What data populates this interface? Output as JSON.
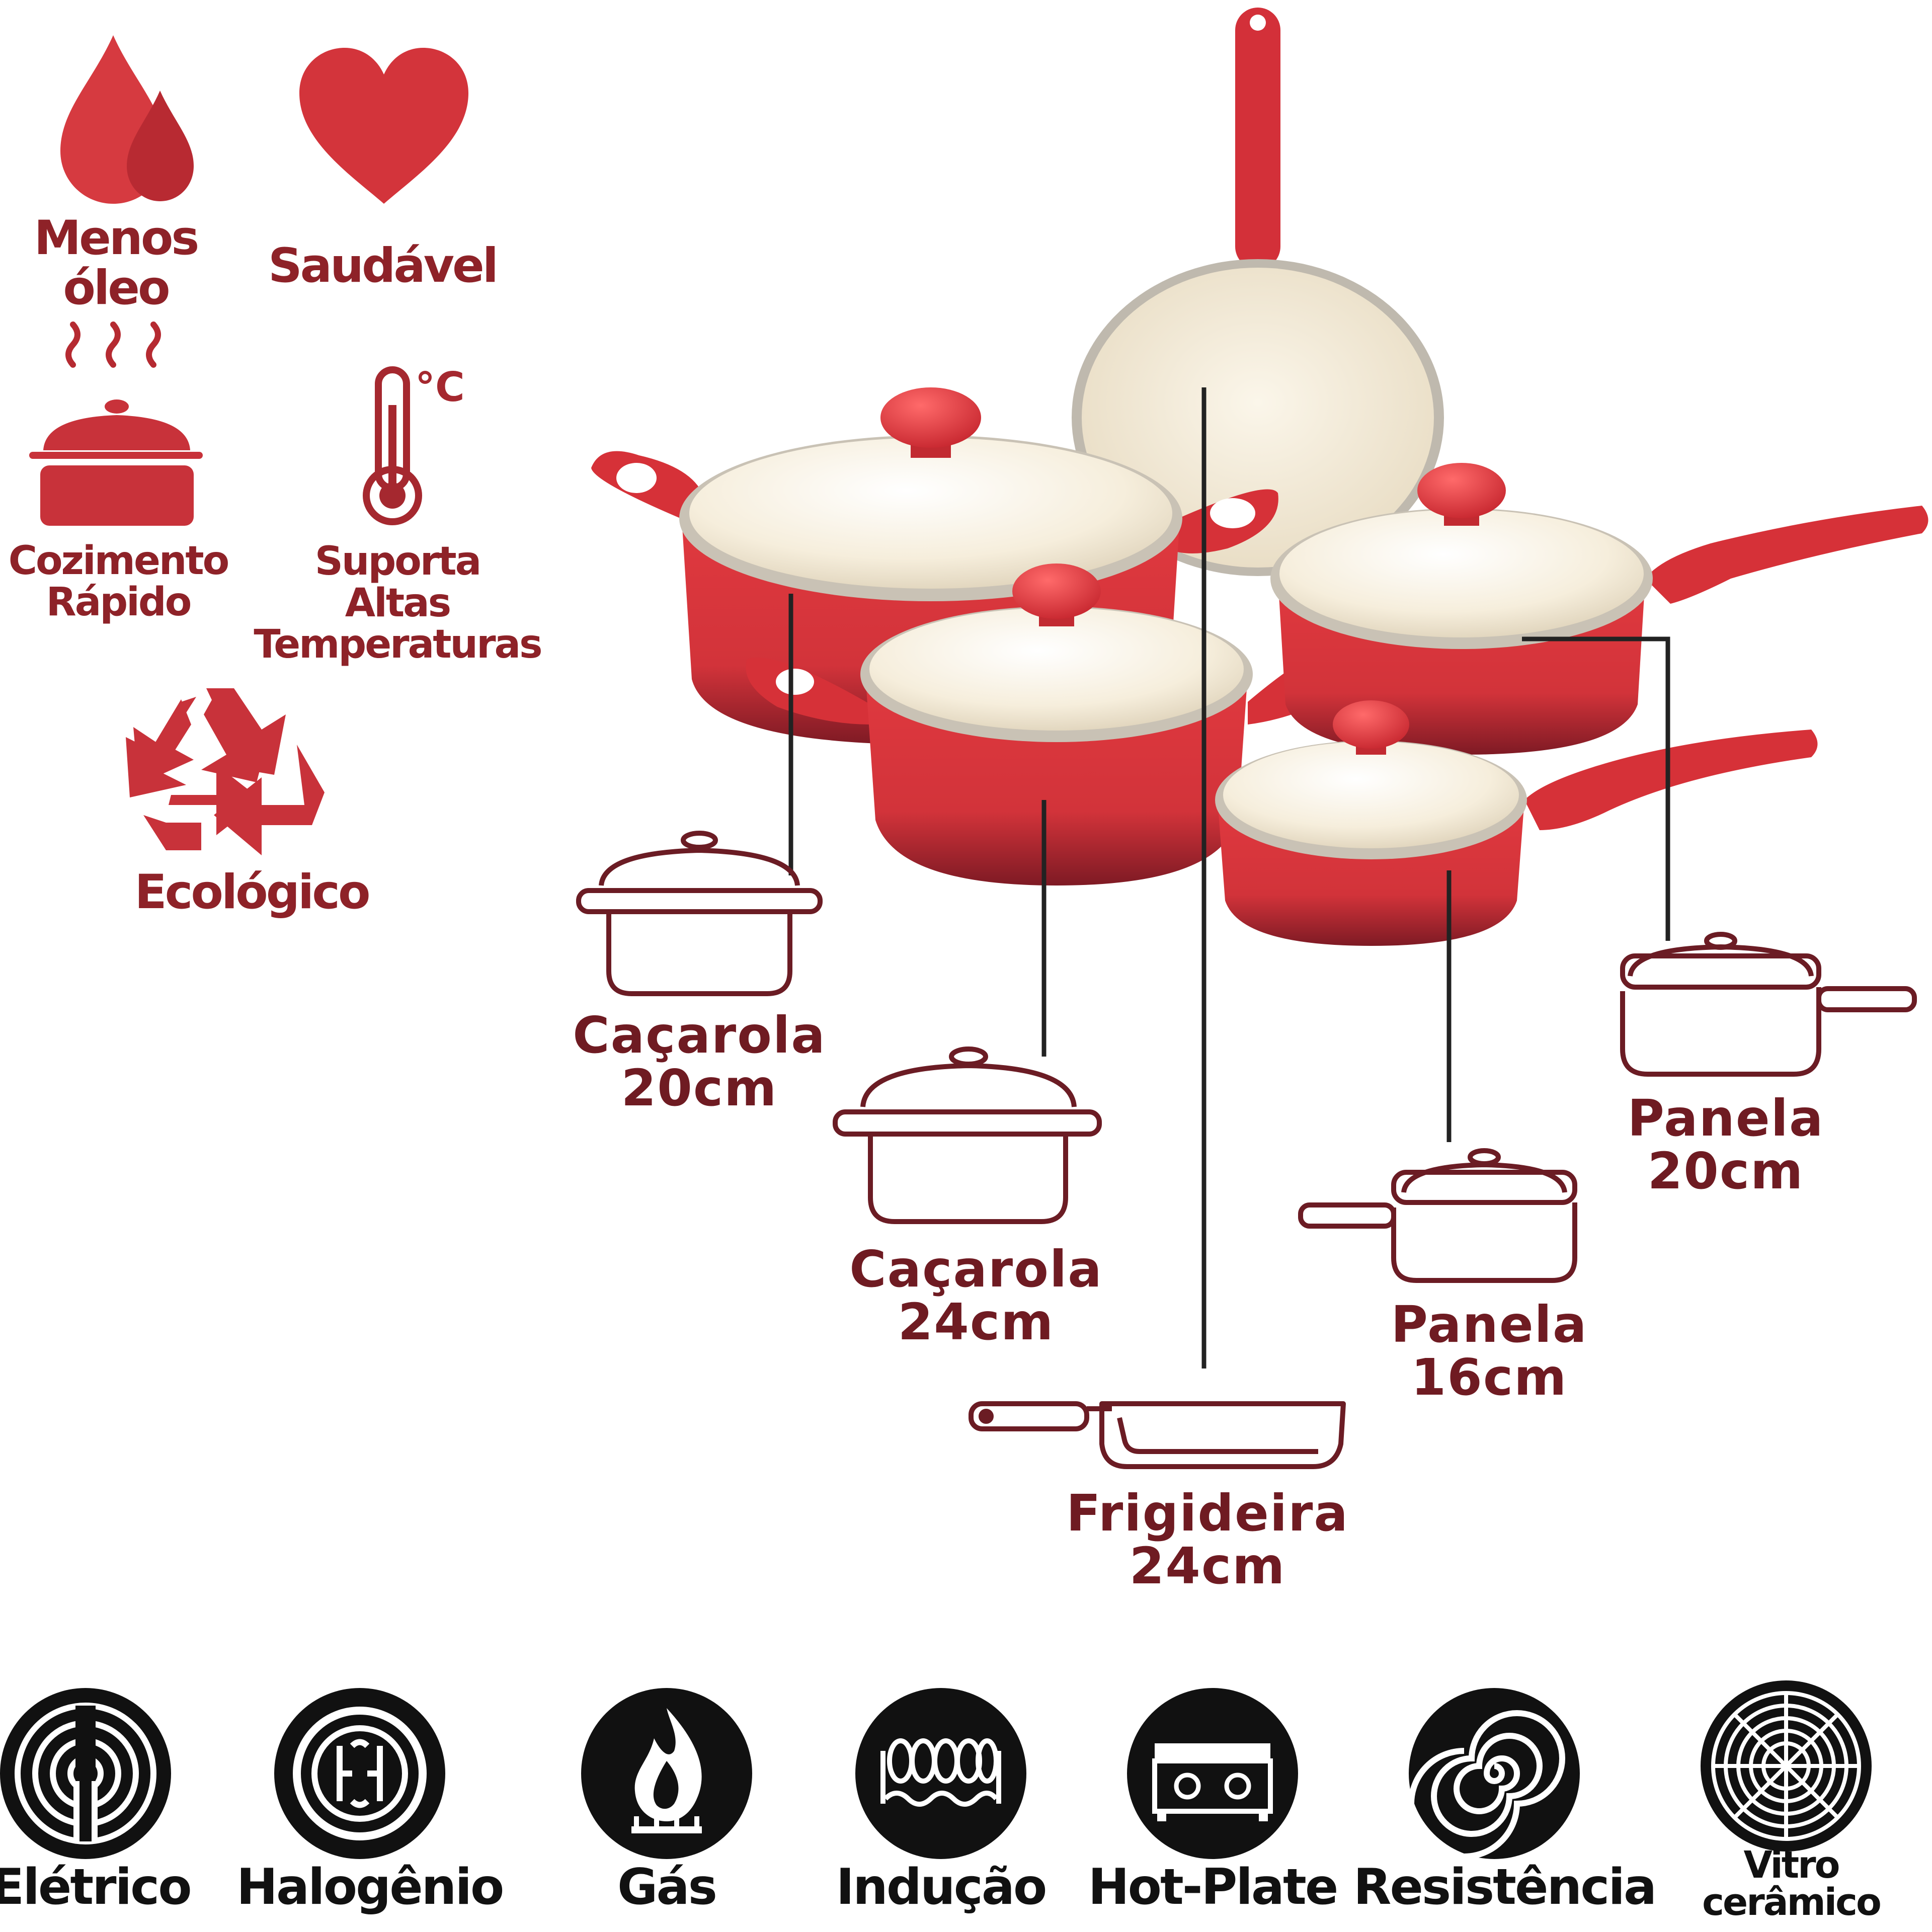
{
  "colors": {
    "accent_red": "#c8323a",
    "dark_red": "#7a1f24",
    "outline_maroon": "#6b1c24",
    "cream": "#f4ecd9",
    "black": "#111111"
  },
  "features": [
    {
      "id": "less-oil",
      "icon": "drops-icon",
      "line1": "Menos",
      "line2": "óleo"
    },
    {
      "id": "healthy",
      "icon": "heart-icon",
      "line1": "Saudável"
    },
    {
      "id": "fast-cook",
      "icon": "steaming-pot-icon",
      "line1": "Cozimento",
      "line2": "Rápido"
    },
    {
      "id": "high-temp",
      "icon": "thermometer-icon",
      "line1": "Suporta",
      "line2": "Altas",
      "line3": "Temperaturas",
      "unit": "°C"
    },
    {
      "id": "eco",
      "icon": "recycle-icon",
      "line1": "Ecológico"
    }
  ],
  "cookware": [
    {
      "id": "cacarola-20",
      "icon": "casserole-outline-icon",
      "name": "Caçarola",
      "size": "20cm"
    },
    {
      "id": "cacarola-24",
      "icon": "casserole-outline-icon",
      "name": "Caçarola",
      "size": "24cm"
    },
    {
      "id": "frigideira-24",
      "icon": "frying-pan-outline-icon",
      "name": "Frigideira",
      "size": "24cm"
    },
    {
      "id": "panela-16",
      "icon": "saucepan-outline-icon",
      "name": "Panela",
      "size": "16cm"
    },
    {
      "id": "panela-20",
      "icon": "saucepan-outline-icon",
      "name": "Panela",
      "size": "20cm"
    }
  ],
  "stoves": [
    {
      "id": "eletrico",
      "icon": "electric-burner-icon",
      "label": "Elétrico"
    },
    {
      "id": "halogenio",
      "icon": "halogen-burner-icon",
      "label": "Halogênio"
    },
    {
      "id": "gas",
      "icon": "gas-flame-icon",
      "label": "Gás"
    },
    {
      "id": "inducao",
      "icon": "induction-coil-icon",
      "label": "Indução"
    },
    {
      "id": "hotplate",
      "icon": "hot-plate-icon",
      "label": "Hot-Plate"
    },
    {
      "id": "resistencia",
      "icon": "spiral-resistance-icon",
      "label": "Resistência"
    },
    {
      "id": "vitro",
      "icon": "vitroceramic-icon",
      "label1": "Vitro",
      "label2": "cerâmico"
    }
  ]
}
